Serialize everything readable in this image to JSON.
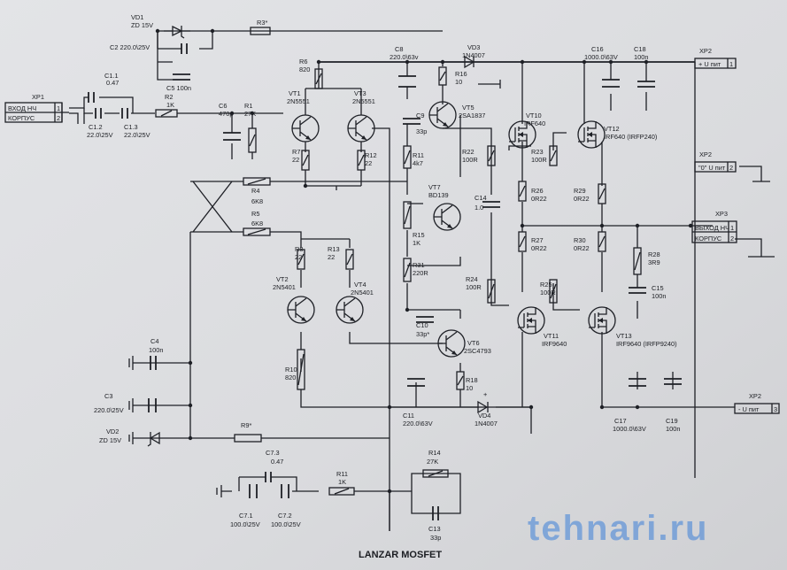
{
  "title": "LANZAR MOSFET",
  "watermark": "tehnari.ru",
  "connectors": {
    "xp1": {
      "name": "XP1",
      "pins": [
        {
          "label": "ВХОД НЧ",
          "num": "1"
        },
        {
          "label": "КОРПУС",
          "num": "2"
        }
      ]
    },
    "xp2_top": {
      "name": "XP2",
      "label": "+ U пит",
      "num": "1"
    },
    "xp2_mid": {
      "name": "XP2",
      "label": "\"0\" U пит",
      "num": "2"
    },
    "xp2_bot": {
      "name": "XP2",
      "label": "- U пит",
      "num": "3"
    },
    "xp3": {
      "name": "XP3",
      "pins": [
        {
          "label": "ВЫХОД НЧ",
          "num": "1"
        },
        {
          "label": "КОРПУС",
          "num": "2"
        }
      ]
    }
  },
  "labels": {
    "vd1": "VD1",
    "vd1v": "ZD 15V",
    "c2": "C2 220.0\\25V",
    "c5": "C5 100n",
    "r3": "R3*",
    "c1_1": "C1.1",
    "c1_1v": "0.47",
    "c1_2": "C1.2",
    "c1_2v": "22.0\\25V",
    "c1_3": "C1.3",
    "c1_3v": "22.0\\25V",
    "r2": "R2",
    "r2v": "1K",
    "c6": "C6",
    "c6v": "470p",
    "r1": "R1",
    "r1v": "27K",
    "r6": "R6",
    "r6v": "820",
    "vt1": "VT1",
    "vt1t": "2N5551",
    "vt3": "VT3",
    "vt3t": "2N5551",
    "r7": "R7",
    "r7v": "22",
    "r12": "R12",
    "r12v": "22",
    "c8": "C8",
    "c8v": "220.0\\63v",
    "vd3": "VD3",
    "vd3t": "1N4007",
    "r16": "R16",
    "r16v": "10",
    "vt5": "VT5",
    "vt5t": "2SA1837",
    "c9": "C9",
    "c9v": "33p",
    "r11": "R11",
    "r11v": "4k7",
    "r4": "R4",
    "r4v": "6K8",
    "r5": "R5",
    "r5v": "6K8",
    "vt7": "VT7",
    "vt7t": "BD139",
    "r15": "R15",
    "r15v": "1K",
    "r31": "R31",
    "r31v": "220R",
    "r8": "R8",
    "r8v": "22",
    "r13": "R13",
    "r13v": "22",
    "vt2": "VT2",
    "vt2t": "2N5401",
    "vt4": "VT4",
    "vt4t": "2N5401",
    "c10": "C10",
    "c10v": "33p*",
    "vt6": "VT6",
    "vt6t": "2SC4793",
    "r10": "R10",
    "r10v": "820",
    "r18": "R18",
    "r18v": "10",
    "c11": "C11",
    "c11v": "220.0\\63V",
    "vd4": "VD4",
    "vd4t": "1N4007",
    "c4": "C4",
    "c4v": "100n",
    "c3": "C3",
    "c3v": "220.0\\25V",
    "vd2": "VD2",
    "vd2v": "ZD 15V",
    "r9": "R9*",
    "c7_3": "C7.3",
    "c7_3v": "0.47",
    "c7_1": "C7.1",
    "c7_1v": "100.0\\25V",
    "c7_2": "C7.2",
    "c7_2v": "100.0\\25V",
    "r11b": "R11",
    "r11bv": "1K",
    "r14": "R14",
    "r14v": "27K",
    "c13": "C13",
    "c13v": "33p",
    "c16": "C16",
    "c16v": "1000.0\\63V",
    "c18": "C18",
    "c18v": "100n",
    "vt10": "VT10",
    "vt10t": "IRF640",
    "vt12": "VT12",
    "vt12t": "IRF640 (IRFP240)",
    "r22": "R22",
    "r22v": "100R",
    "r23": "R23",
    "r23v": "100R",
    "c14": "C14",
    "c14v": "1.0",
    "r26": "R26",
    "r26v": "0R22",
    "r29": "R29",
    "r29v": "0R22",
    "r27": "R27",
    "r27v": "0R22",
    "r30": "R30",
    "r30v": "0R22",
    "r28": "R28",
    "r28v": "3R9",
    "c15": "C15",
    "c15v": "100n",
    "r24": "R24",
    "r24v": "100R",
    "r25": "R25",
    "r25v": "100R",
    "vt11": "VT11",
    "vt11t": "IRF9640",
    "vt13": "VT13",
    "vt13t": "IRF9640 (IRFP9240)",
    "c17": "C17",
    "c17v": "1000.0\\63V",
    "c19": "C19",
    "c19v": "100n",
    "plus": "+"
  }
}
